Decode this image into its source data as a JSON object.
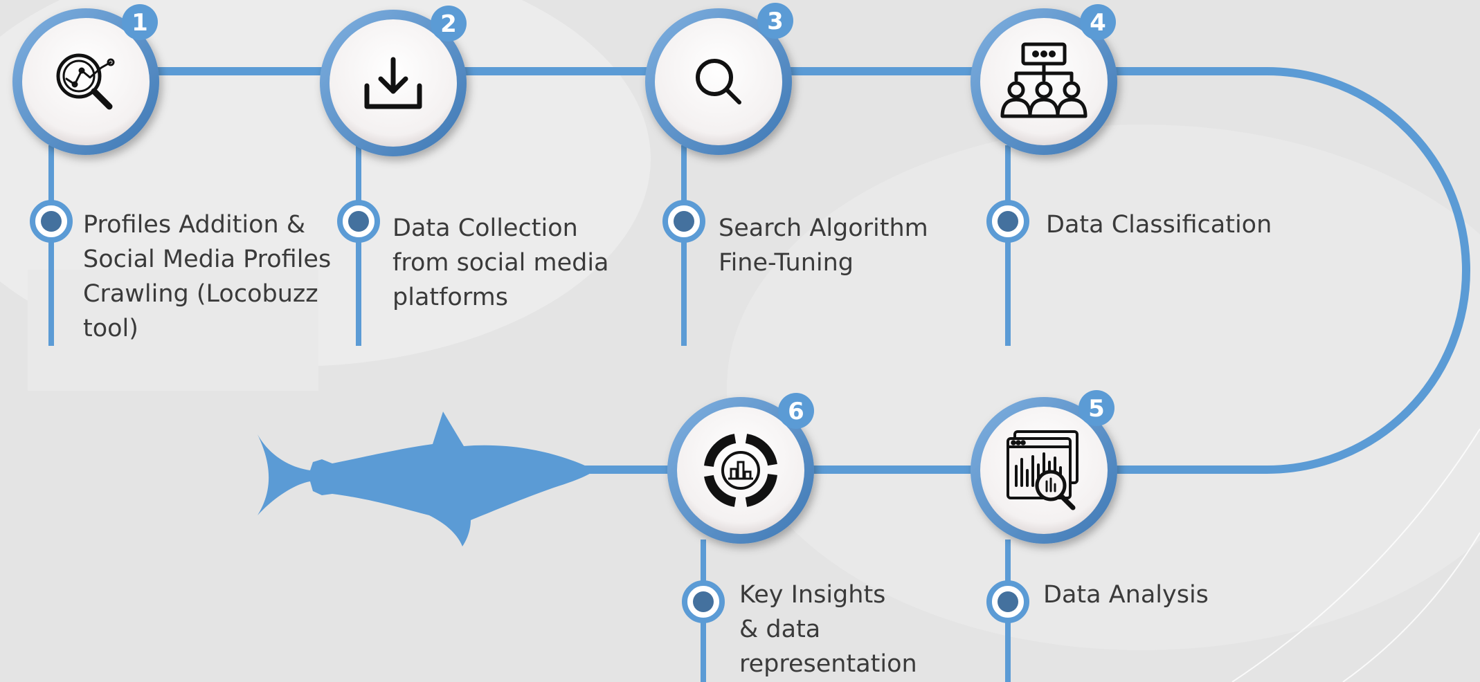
{
  "colors": {
    "accent": "#5b9bd5",
    "accent_dark": "#3f78b4",
    "node_fill": "#ffffff",
    "bullet_fill": "#44719e",
    "text": "#3a3a3a",
    "background": "#e6e6e6"
  },
  "steps": [
    {
      "number": "1",
      "icon": "analytics-magnifier-icon",
      "lines": [
        "Profiles Addition &",
        "Social Media Profiles",
        "Crawling (Locobuzz",
        "tool)"
      ]
    },
    {
      "number": "2",
      "icon": "download-icon",
      "lines": [
        "Data Collection",
        "from social media",
        "platforms"
      ]
    },
    {
      "number": "3",
      "icon": "search-icon",
      "lines": [
        "Search Algorithm",
        "Fine-Tuning"
      ]
    },
    {
      "number": "4",
      "icon": "hierarchy-people-icon",
      "lines": [
        "Data Classification"
      ]
    },
    {
      "number": "5",
      "icon": "dashboard-magnifier-icon",
      "lines": [
        "Data Analysis"
      ]
    },
    {
      "number": "6",
      "icon": "donut-chart-icon",
      "lines": [
        "Key Insights",
        "& data",
        "representation"
      ]
    }
  ],
  "end_marker_icon": "shark-icon"
}
